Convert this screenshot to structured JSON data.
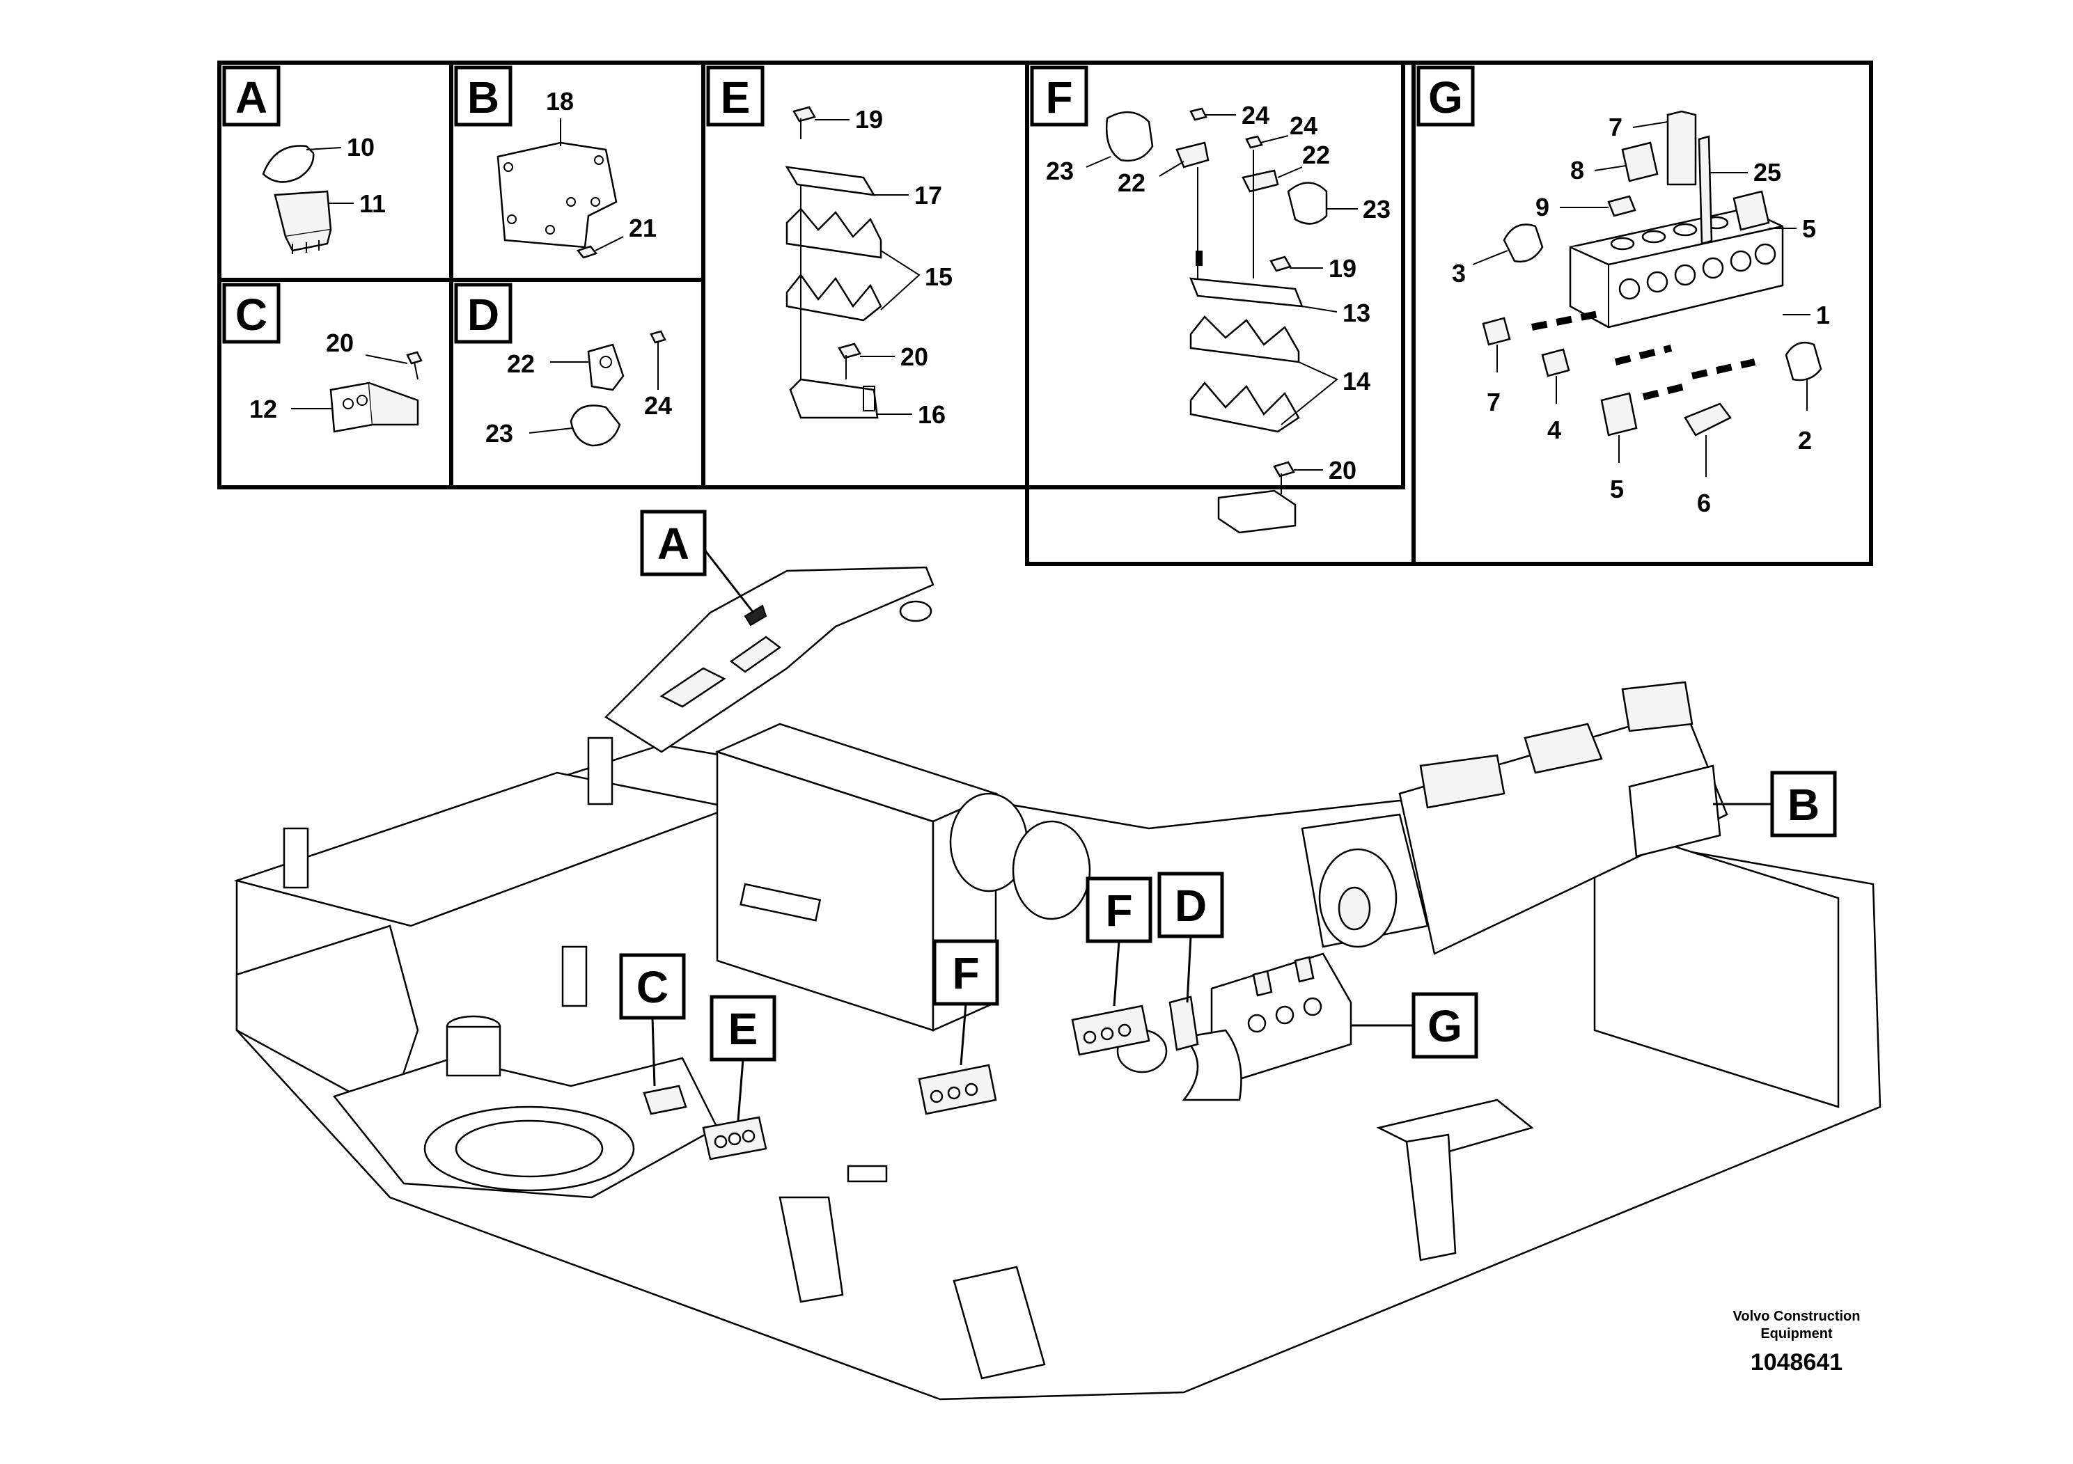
{
  "panels": {
    "A": {
      "letter": "A",
      "labels": [
        "10",
        "11"
      ]
    },
    "B": {
      "letter": "B",
      "labels": [
        "18",
        "21"
      ]
    },
    "C": {
      "letter": "C",
      "labels": [
        "20",
        "12"
      ]
    },
    "D": {
      "letter": "D",
      "labels": [
        "22",
        "24",
        "23"
      ]
    },
    "E": {
      "letter": "E",
      "labels": [
        "19",
        "17",
        "15",
        "20",
        "16"
      ]
    },
    "F": {
      "letter": "F",
      "labels": [
        "24",
        "24",
        "22",
        "22",
        "23",
        "23",
        "19",
        "13",
        "14",
        "20"
      ]
    },
    "G": {
      "letter": "G",
      "labels": [
        "7",
        "8",
        "25",
        "9",
        "5",
        "3",
        "1",
        "7",
        "4",
        "2",
        "5",
        "6"
      ]
    }
  },
  "callouts": [
    "A",
    "B",
    "C",
    "E",
    "F",
    "F",
    "D",
    "G"
  ],
  "footer": {
    "maker_line1": "Volvo Construction",
    "maker_line2": "Equipment",
    "doc_number": "1048641"
  }
}
